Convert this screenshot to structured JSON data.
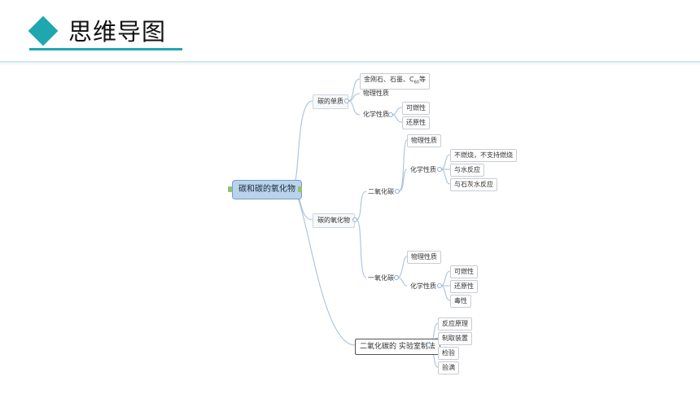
{
  "header": {
    "title": "思维导图"
  },
  "mindmap": {
    "root": "碳和碳的氧化物",
    "carbon_element": {
      "label": "碳的单质",
      "examples_prefix": "金刚石、石墨、C",
      "examples_sub": "60",
      "examples_suffix": "等",
      "physical": "物理性质",
      "chemical": "化学性质",
      "chem_items": [
        "可燃性",
        "还原性"
      ]
    },
    "carbon_oxides": {
      "label": "碳的氧化物",
      "co2": {
        "label": "二氧化碳",
        "physical": "物理性质",
        "chemical": "化学性质",
        "chem_items": [
          "不燃烧，不支持燃烧",
          "与水反应",
          "与石灰水反应"
        ]
      },
      "co": {
        "label": "一氧化碳",
        "physical": "物理性质",
        "chemical": "化学性质",
        "chem_items": [
          "可燃性",
          "还原性",
          "毒性"
        ]
      }
    },
    "co2_lab": {
      "label_part1": "二氧化碳的",
      "label_part2": "实验室制法",
      "items": [
        "反应原理",
        "制取装置",
        "检验",
        "验满"
      ]
    }
  }
}
